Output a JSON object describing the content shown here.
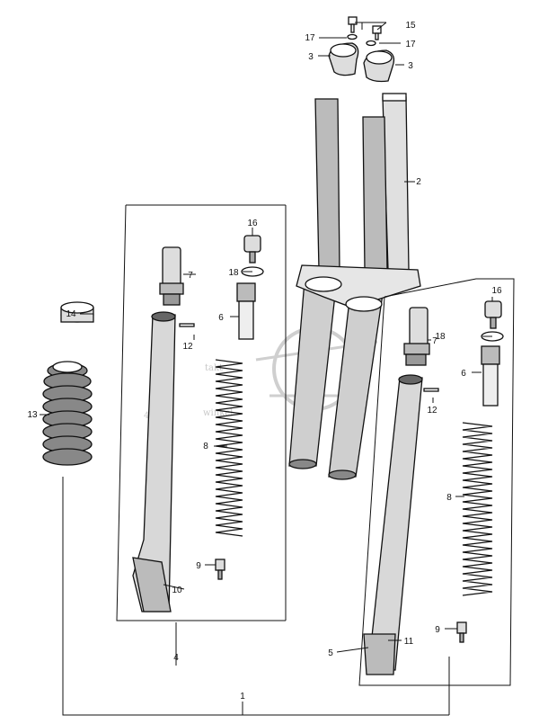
{
  "diagram": {
    "callouts": {
      "c15": "15",
      "c17a": "17",
      "c17b": "17",
      "c3a": "3",
      "c3b": "3",
      "c2": "2",
      "c16a": "16",
      "c18a": "18",
      "c7a": "7",
      "c6a": "6",
      "c12a": "12",
      "c14": "14",
      "c13": "13",
      "c8a": "8",
      "c9a": "9",
      "c10": "10",
      "c4": "4",
      "c16b": "16",
      "c18b": "18",
      "c7b": "7",
      "c6b": "6",
      "c12b": "12",
      "c8b": "8",
      "c9b": "9",
      "c5": "5",
      "c11": "11",
      "c1": "1"
    },
    "watermark": {
      "digit": "4",
      "word1": "takt",
      "word2": "winkel"
    }
  },
  "colors": {
    "ink": "#111111",
    "watermark": "#c8c8c8",
    "paper": "#ffffff"
  }
}
